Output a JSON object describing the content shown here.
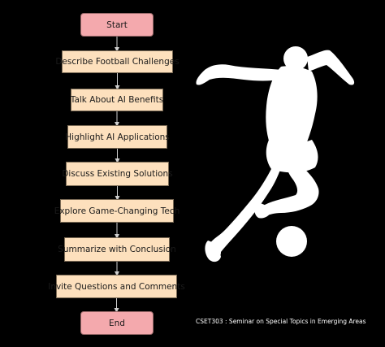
{
  "flowchart": {
    "nodes": [
      {
        "id": "start",
        "label": "Start",
        "kind": "terminal"
      },
      {
        "id": "describe",
        "label": "Describe Football Challenges",
        "kind": "step"
      },
      {
        "id": "talk",
        "label": "Talk About AI Benefits",
        "kind": "step"
      },
      {
        "id": "highlight",
        "label": "Highlight AI Applications",
        "kind": "step"
      },
      {
        "id": "discuss",
        "label": "Discuss Existing Solutions",
        "kind": "step"
      },
      {
        "id": "explore",
        "label": "Explore Game-Changing Tech",
        "kind": "step"
      },
      {
        "id": "summarize",
        "label": "Summarize with Conclusion",
        "kind": "step"
      },
      {
        "id": "invite",
        "label": "Invite Questions and Comments",
        "kind": "step"
      },
      {
        "id": "end",
        "label": "End",
        "kind": "terminal"
      }
    ],
    "edges": [
      [
        "start",
        "describe"
      ],
      [
        "describe",
        "talk"
      ],
      [
        "talk",
        "highlight"
      ],
      [
        "highlight",
        "discuss"
      ],
      [
        "discuss",
        "explore"
      ],
      [
        "explore",
        "summarize"
      ],
      [
        "summarize",
        "invite"
      ],
      [
        "invite",
        "end"
      ]
    ]
  },
  "illustration": {
    "icon": "soccer-player-silhouette-icon",
    "ball_icon": "soccer-ball-icon"
  },
  "footer": {
    "text": "CSET303 : Seminar on Special Topics in Emerging Areas"
  },
  "colors": {
    "background": "#000000",
    "terminal_fill": "#f4a9ad",
    "step_fill": "#fde0bd",
    "connector": "#cfcfcf",
    "silhouette": "#ffffff"
  }
}
